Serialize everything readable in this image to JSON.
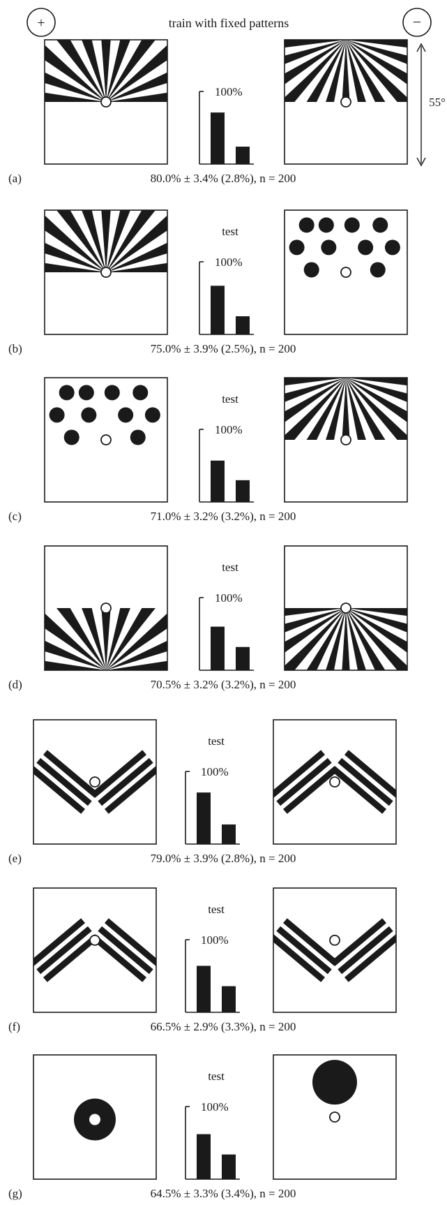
{
  "header": {
    "title": "train with fixed patterns",
    "plus_symbol": "+",
    "minus_symbol": "−",
    "angle_label": "55°"
  },
  "pct_label": "100%",
  "test_label": "test",
  "panels": [
    {
      "letter": "(a)",
      "result": "80.0% ± 3.4% (2.8%), n = 200",
      "has_test": false,
      "bar_fractions": [
        0.71,
        0.24
      ],
      "left_pattern": "fan-up",
      "right_pattern": "fan-top"
    },
    {
      "letter": "(b)",
      "result": "75.0% ± 3.9% (2.5%), n = 200",
      "has_test": true,
      "bar_fractions": [
        0.67,
        0.25
      ],
      "left_pattern": "fan-up",
      "right_pattern": "dots"
    },
    {
      "letter": "(c)",
      "result": "71.0% ± 3.2% (3.2%), n = 200",
      "has_test": true,
      "bar_fractions": [
        0.57,
        0.3
      ],
      "left_pattern": "dots",
      "right_pattern": "fan-top"
    },
    {
      "letter": "(d)",
      "result": "70.5% ± 3.2% (3.2%), n = 200",
      "has_test": true,
      "bar_fractions": [
        0.6,
        0.32
      ],
      "left_pattern": "fan-down",
      "right_pattern": "fan-spread"
    },
    {
      "letter": "(e)",
      "result": "79.0% ± 3.9% (2.8%), n = 200",
      "has_test": true,
      "bar_fractions": [
        0.71,
        0.27
      ],
      "left_pattern": "stripes-v-dot-center",
      "right_pattern": "stripes-inv-dot-center"
    },
    {
      "letter": "(f)",
      "result": "66.5% ± 2.9% (3.3%), n = 200",
      "has_test": true,
      "bar_fractions": [
        0.64,
        0.36
      ],
      "left_pattern": "stripes-inv-dot-above",
      "right_pattern": "stripes-v-dot-above"
    },
    {
      "letter": "(g)",
      "result": "64.5% ± 3.3% (3.4%), n = 200",
      "has_test": true,
      "bar_fractions": [
        0.62,
        0.34
      ],
      "left_pattern": "ring",
      "right_pattern": "big-disc"
    }
  ]
}
